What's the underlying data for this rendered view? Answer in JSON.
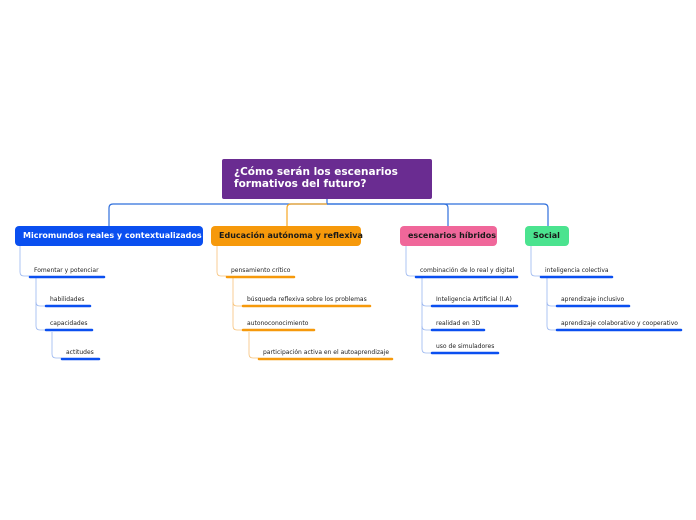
{
  "colors": {
    "root": "#6a2c91",
    "blue": "#0a4ff0",
    "orange": "#f6990b",
    "pink": "#f0679a",
    "green": "#4be38f",
    "connector_blue": "#2f6fdc",
    "connector_orange": "#f6a623"
  },
  "root": {
    "line1": "¿Cómo serán los escenarios",
    "line2": "formativos del futuro?"
  },
  "branches": {
    "micromundos": {
      "label": "Micromundos reales  y contextualizados",
      "children": {
        "fomentar": "Fomentar y potenciar",
        "habilidades": "habilidades",
        "capacidades": "capacidades",
        "actitudes": "actitudes"
      }
    },
    "educacion": {
      "label": "Educación autónoma y reflexiva",
      "children": {
        "pensamiento": "pensamiento crítico",
        "busqueda": "búsqueda reflexiva sobre los problemas",
        "autoconocimiento": "autonoconocimiento",
        "participacion": "participación activa en el autoaprendizaje"
      }
    },
    "escenarios": {
      "label": "escenarios híbridos",
      "children": {
        "combinacion": "combinación de lo real y digital",
        "ia": "Inteligencia Artificial (I.A)",
        "realidad": "realidad en 3D",
        "simuladores": "uso de simuladores"
      }
    },
    "social": {
      "label": "Social",
      "children": {
        "inteligencia": "inteligencia colectiva",
        "inclusivo": "aprendizaje inclusivo",
        "colaborativo": "aprendizaje colaborativo y cooperativo"
      }
    }
  }
}
